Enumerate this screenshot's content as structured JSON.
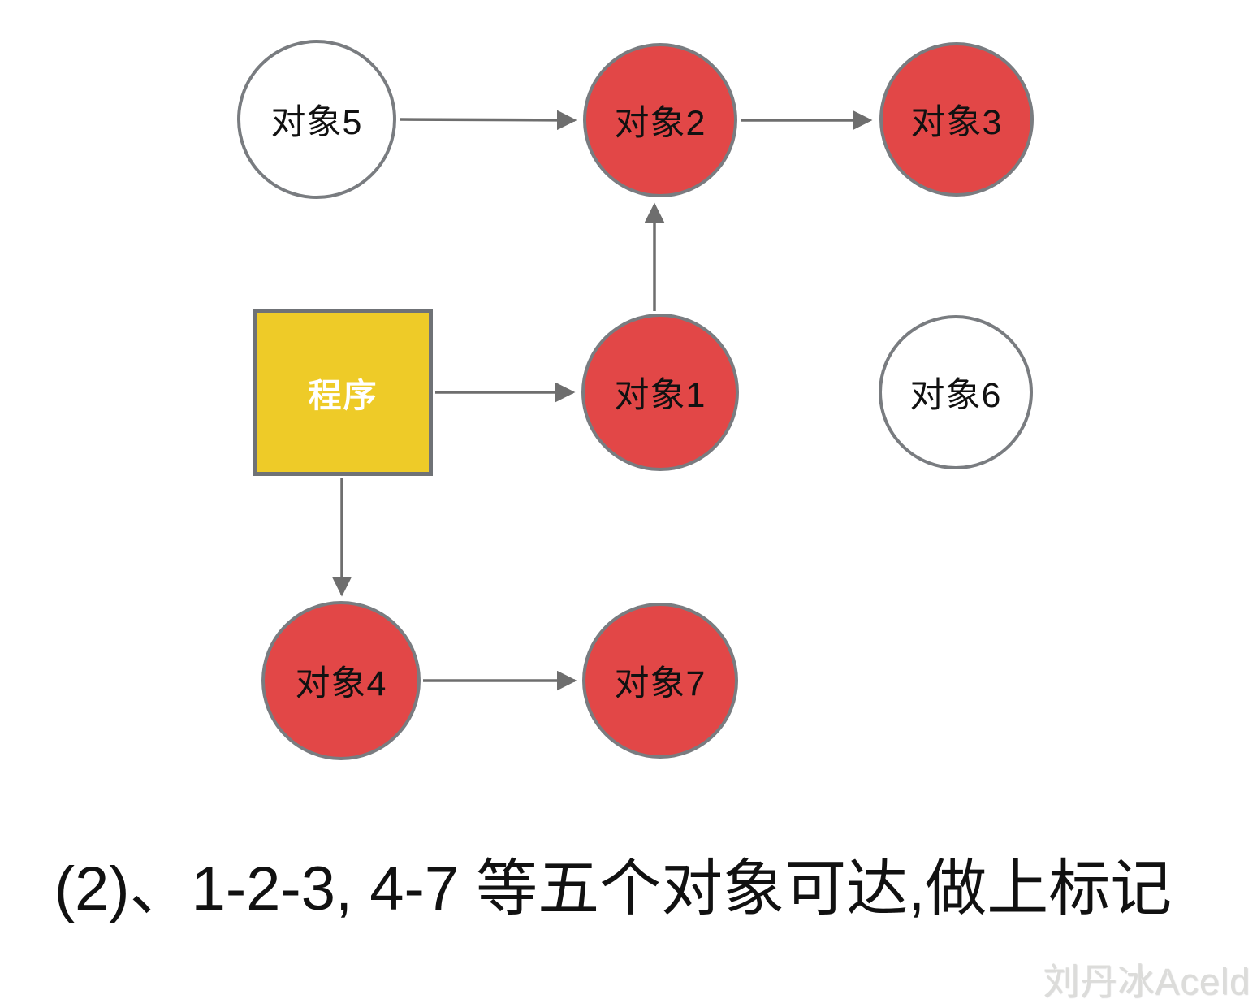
{
  "diagram": {
    "title_context": "GC reachability marking step",
    "nodes": [
      {
        "id": "obj5",
        "label": "对象5",
        "shape": "circle",
        "state": "unreachable"
      },
      {
        "id": "obj2",
        "label": "对象2",
        "shape": "circle",
        "state": "reachable"
      },
      {
        "id": "obj3",
        "label": "对象3",
        "shape": "circle",
        "state": "reachable"
      },
      {
        "id": "program",
        "label": "程序",
        "shape": "square",
        "state": "root"
      },
      {
        "id": "obj1",
        "label": "对象1",
        "shape": "circle",
        "state": "reachable"
      },
      {
        "id": "obj6",
        "label": "对象6",
        "shape": "circle",
        "state": "unreachable"
      },
      {
        "id": "obj4",
        "label": "对象4",
        "shape": "circle",
        "state": "reachable"
      },
      {
        "id": "obj7",
        "label": "对象7",
        "shape": "circle",
        "state": "reachable"
      }
    ],
    "edges": [
      {
        "from": "对象5",
        "to": "对象2"
      },
      {
        "from": "对象2",
        "to": "对象3"
      },
      {
        "from": "对象1",
        "to": "对象2"
      },
      {
        "from": "程序",
        "to": "对象1"
      },
      {
        "from": "程序",
        "to": "对象4"
      },
      {
        "from": "对象4",
        "to": "对象7"
      }
    ],
    "colors": {
      "reachable_fill": "#E24747",
      "unreachable_fill": "#FFFFFF",
      "root_fill": "#EECB28",
      "node_border": "#797C80",
      "arrow": "#6E6E6E"
    }
  },
  "caption": {
    "text": "(2)、1-2-3, 4-7 等五个对象可达,做上标记"
  },
  "watermark": {
    "text": "刘丹冰Aceld"
  }
}
